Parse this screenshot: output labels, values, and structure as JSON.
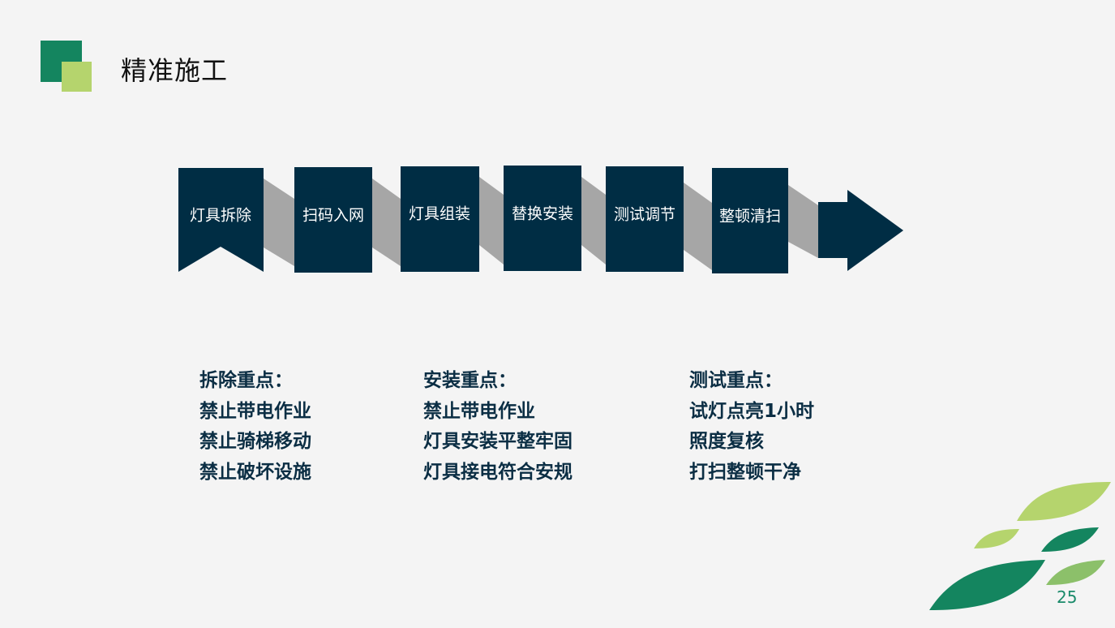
{
  "slide": {
    "title": "精准施工",
    "page_number": "25"
  },
  "colors": {
    "step_fill": "#002d44",
    "connector": "#a6a6a6",
    "accent_dark_green": "#14855f",
    "accent_light_green": "#b5d46d",
    "notes_text": "#0b2e44"
  },
  "flow": {
    "steps": [
      "灯具拆除",
      "扫码入网",
      "灯具组装",
      "替换安装",
      "测试调节",
      "整顿清扫"
    ]
  },
  "notes": [
    {
      "heading": "拆除重点：",
      "items": [
        "禁止带电作业",
        "禁止骑梯移动",
        "禁止破坏设施"
      ]
    },
    {
      "heading": "安装重点：",
      "items": [
        "禁止带电作业",
        "灯具安装平整牢固",
        "灯具接电符合安规"
      ]
    },
    {
      "heading": "测试重点：",
      "items": [
        "试灯点亮1小时",
        "照度复核",
        "打扫整顿干净"
      ]
    }
  ]
}
